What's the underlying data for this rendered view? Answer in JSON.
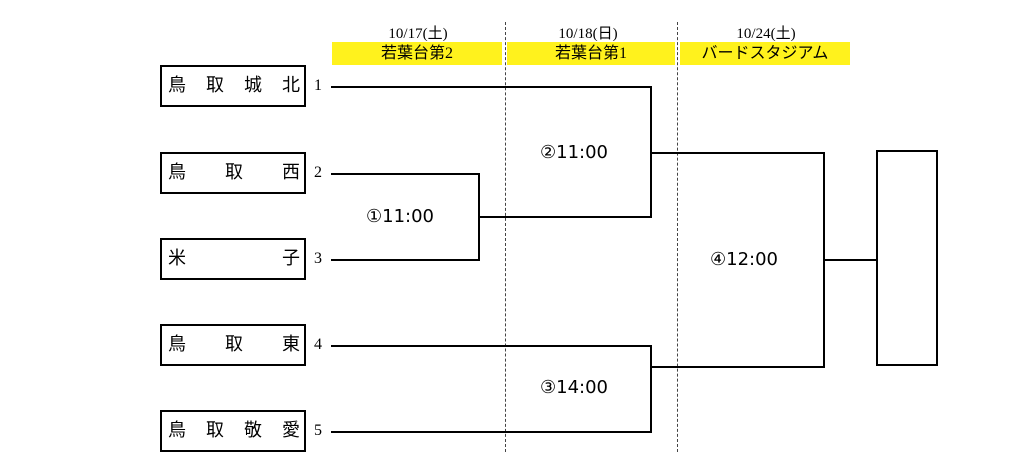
{
  "rounds": [
    {
      "date": "10/17(土)",
      "venue": "若葉台第2"
    },
    {
      "date": "10/18(日)",
      "venue": "若葉台第1"
    },
    {
      "date": "10/24(土)",
      "venue": "バードスタジアム"
    }
  ],
  "teams": [
    {
      "seed": "1",
      "chars": [
        "鳥",
        "取",
        "城",
        "北"
      ]
    },
    {
      "seed": "2",
      "chars": [
        "鳥",
        "取",
        "西"
      ]
    },
    {
      "seed": "3",
      "chars": [
        "米",
        "子"
      ]
    },
    {
      "seed": "4",
      "chars": [
        "鳥",
        "取",
        "東"
      ]
    },
    {
      "seed": "5",
      "chars": [
        "鳥",
        "取",
        "敬",
        "愛"
      ]
    }
  ],
  "matches": [
    {
      "label": "①11:00"
    },
    {
      "label": "②11:00"
    },
    {
      "label": "③14:00"
    },
    {
      "label": "④12:00"
    }
  ],
  "champion": ""
}
